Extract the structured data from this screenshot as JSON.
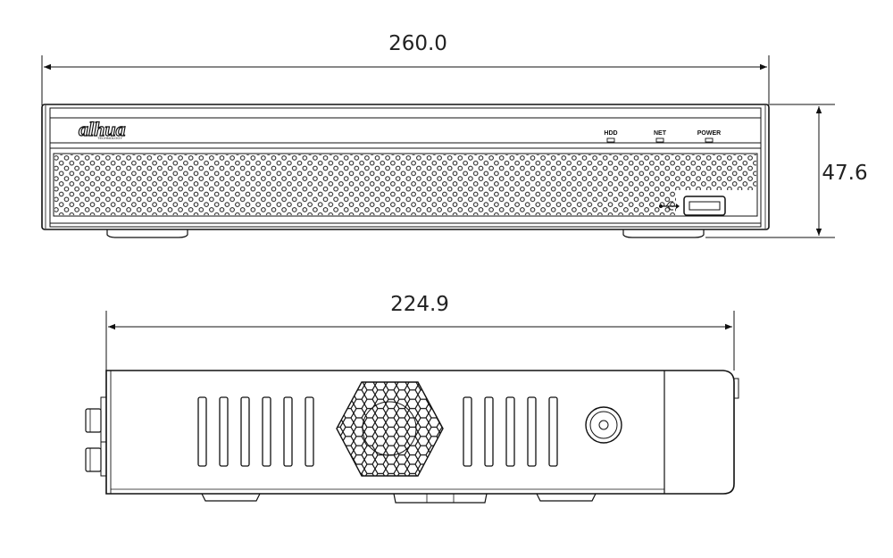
{
  "dimensions": {
    "front_width": "260.0",
    "front_height": "47.6",
    "side_depth": "224.9"
  },
  "front_panel": {
    "logo_text": "alhua",
    "logo_subtext": "TECHNOLOGY",
    "indicators": [
      "HDD",
      "NET",
      "POWER"
    ]
  },
  "colors": {
    "line": "#111111",
    "background": "#ffffff"
  },
  "icons": {
    "usb_symbol": "usb-icon",
    "fan": "fan-grille-icon",
    "power_button": "round-button-icon"
  }
}
